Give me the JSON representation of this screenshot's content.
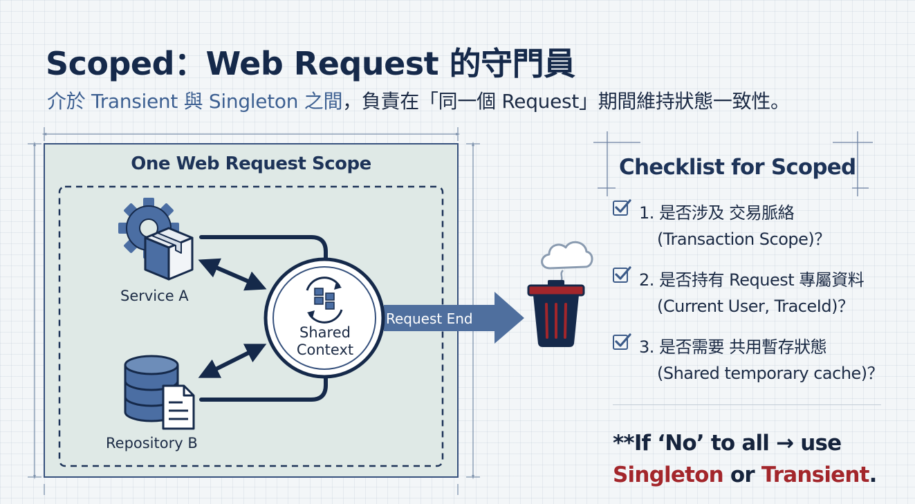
{
  "header": {
    "title": "Scoped：Web Request 的守門員",
    "subtitle_part1": "介於 Transient 與 Singleton 之間",
    "subtitle_part2": "，負責在「同一個 Request」期間維持狀態一致性。"
  },
  "diagram": {
    "scope_label": "One Web Request Scope",
    "service_label": "Service A",
    "repository_label": "Repository B",
    "shared_line1": "Shared",
    "shared_line2": "Context",
    "end_label": "Request End"
  },
  "checklist": {
    "title": "Checklist for Scoped",
    "items": [
      {
        "line1": "1. 是否涉及 交易脈絡",
        "line2": "(Transaction Scope)？"
      },
      {
        "line1": "2. 是否持有 Request 專屬資料",
        "line2": "(Current User, TraceId)？"
      },
      {
        "line1": "3. 是否需要 共用暫存狀態",
        "line2": "(Shared temporary cache)？"
      }
    ]
  },
  "conclusion": {
    "line1": "**If ‘No’ to all → use",
    "option1": "Singleton",
    "connector": "or",
    "option2": "Transient",
    "end": "."
  },
  "colors": {
    "navy": "#15294a",
    "accent_blue": "#3c5f91",
    "scope_fill": "#dfe9e6",
    "arrow_fill": "#4f6f9e",
    "emphasis_red": "#a3262b"
  },
  "icons": [
    "gear-icon",
    "package-icon",
    "database-icon",
    "document-icon",
    "sync-icon",
    "cloud-icon",
    "trash-can-icon",
    "check-icon"
  ]
}
